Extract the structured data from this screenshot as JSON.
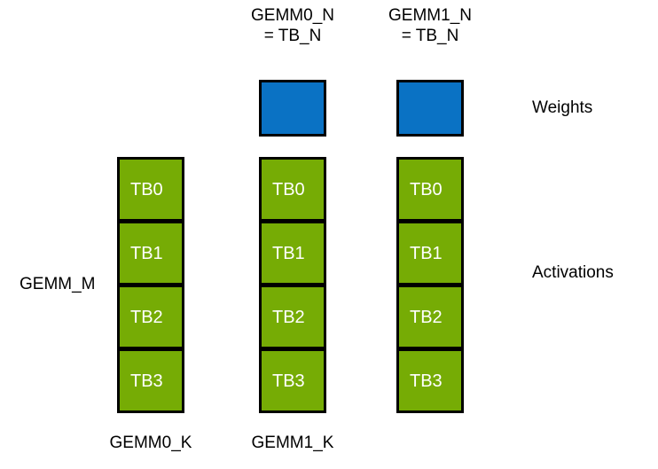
{
  "diagram": {
    "title_labels": {
      "left_axis": "GEMM_M",
      "right_weights": "Weights",
      "right_activations": "Activations"
    },
    "colors": {
      "weights_fill": "#0A72C4",
      "activations_fill": "#76AC05",
      "border": "#000000",
      "cell_text": "#FFFFFF",
      "label_text": "#000000",
      "background": "#FFFFFF"
    },
    "columns": [
      {
        "id": "gemm0",
        "header_line1": "",
        "header_line2": "",
        "has_weight_box": false,
        "bottom_label": "GEMM0_K",
        "cells": [
          "TB0",
          "TB1",
          "TB2",
          "TB3"
        ]
      },
      {
        "id": "gemm1",
        "header_line1": "GEMM0_N",
        "header_line2": "= TB_N",
        "has_weight_box": true,
        "bottom_label": "GEMM1_K",
        "cells": [
          "TB0",
          "TB1",
          "TB2",
          "TB3"
        ]
      },
      {
        "id": "gemm2",
        "header_line1": "GEMM1_N",
        "header_line2": "= TB_N",
        "has_weight_box": true,
        "bottom_label": "",
        "cells": [
          "TB0",
          "TB1",
          "TB2",
          "TB3"
        ]
      }
    ]
  }
}
